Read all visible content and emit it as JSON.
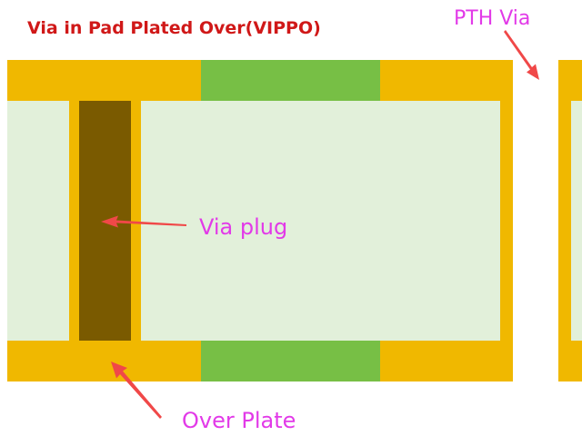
{
  "title": "Via in Pad Plated Over(VIPPO)",
  "labels": {
    "pth_via": "PTH Via",
    "via_plug": "Via plug",
    "over_plate": "Over Plate"
  },
  "colors": {
    "copper": "#f0b800",
    "substrate": "#e2f0da",
    "pad": "#77bf45",
    "via_plug": "#7a5a00",
    "title_text": "#d01818",
    "label_text": "#e23ae8",
    "arrow": "#f04848",
    "background": "#ffffff"
  }
}
